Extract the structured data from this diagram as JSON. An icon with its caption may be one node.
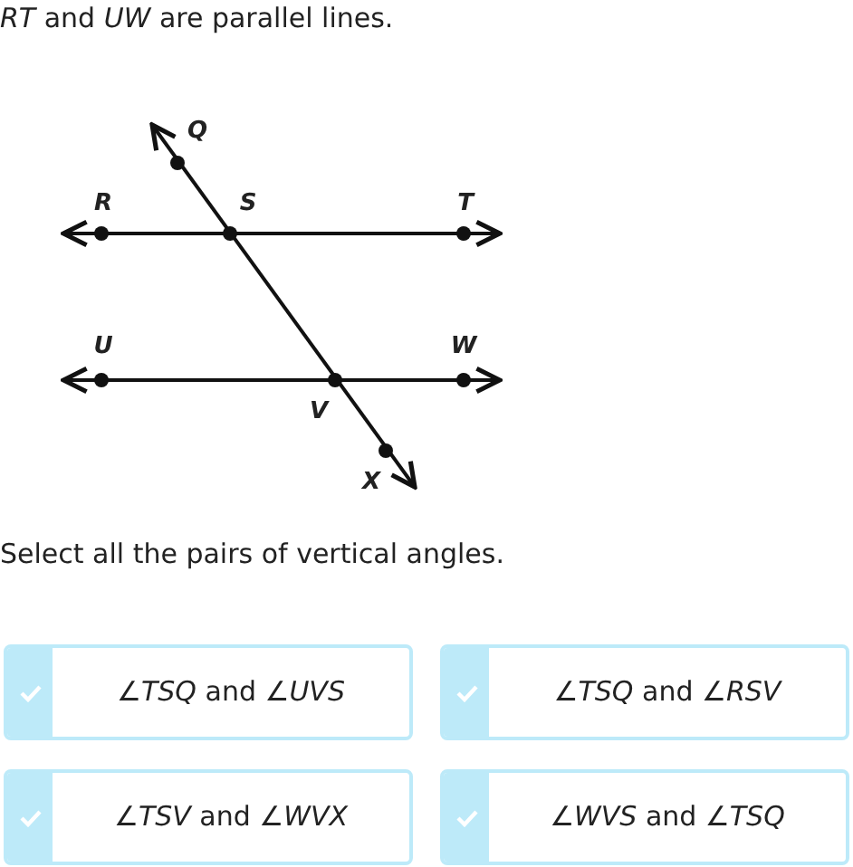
{
  "diagram": {
    "title": "*RT* and *UW* are parallel lines.",
    "nodes": [
      {
        "text": [
          "∠*TSQ* and ∠*UVS*"
        ]
      },
      {
        "text": [
          "∠*TSQ* and ∠*RSV*"
        ]
      },
      {
        "text": [
          "∠*TSV* and ∠*WVX*"
        ]
      },
      {
        "text": [
          "∠*WVS* and ∠*TSQ*"
        ]
      }
    ],
    "labels": [
      "Q",
      "R",
      "S",
      "T",
      "U",
      "W",
      "V",
      "X",
      "Select all the pairs of vertical angles."
    ]
  }
}
